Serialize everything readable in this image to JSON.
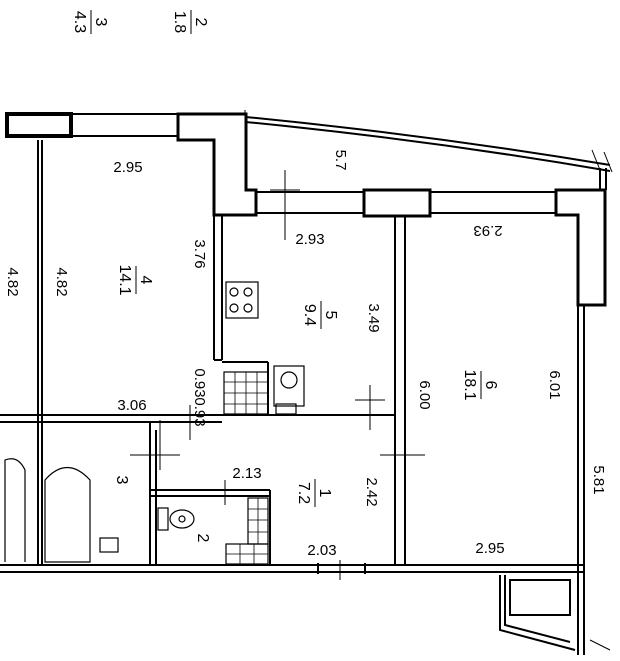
{
  "rooms": [
    {
      "id": "1",
      "area": "7.2"
    },
    {
      "id": "2"
    },
    {
      "id": "3"
    },
    {
      "id": "4",
      "area": "14.1"
    },
    {
      "id": "5",
      "area": "9.4"
    },
    {
      "id": "6",
      "area": "18.1"
    }
  ],
  "top_labels": {
    "room3_label": {
      "id": "3",
      "area": "4.3"
    },
    "room2_label": {
      "id": "2",
      "area": "1.8"
    }
  },
  "dimensions": {
    "balcony_5_7": "5.7",
    "room4_top": "2.95",
    "room4_left": "4.82",
    "room4_leftmost": "4.82",
    "room4_right": "3.76",
    "room4_bottom": "3.06",
    "corridor_gap": "0.93",
    "corridor_gap2": "0.93",
    "kitchen_top": "2.93",
    "kitchen_right": "3.49",
    "room6_top": "2.93",
    "room6_left": "6.00",
    "room6_right": "6.01",
    "room6_bottom": "2.95",
    "hall_right": "2.42",
    "hall_top": "2.13",
    "hall_bottom": "2.03",
    "outer_right": "5.81"
  },
  "colors": {
    "line": "#000000",
    "background": "#ffffff"
  }
}
